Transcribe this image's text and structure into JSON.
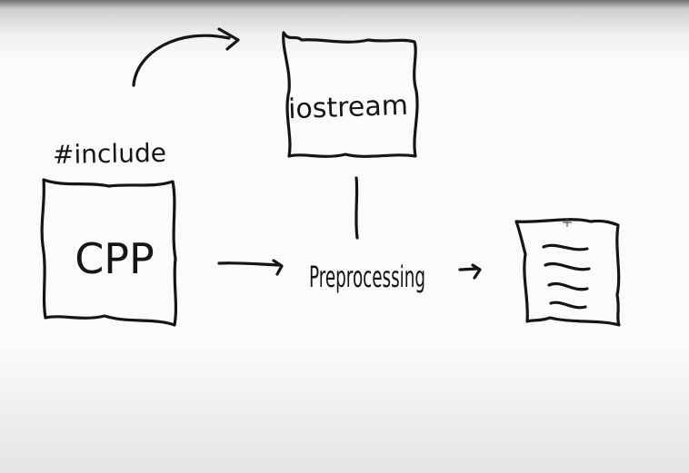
{
  "labels": {
    "include": "#include",
    "cpp": "CPP",
    "iostream": "iostream",
    "preprocessing": "Preprocessing"
  },
  "colors": {
    "ink": "#151515",
    "board": "#fbfbfb"
  },
  "icons": {
    "cursor": "crosshair-cursor-icon"
  }
}
